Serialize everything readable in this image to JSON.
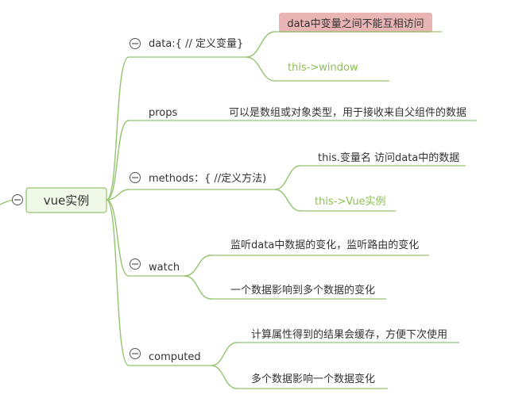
{
  "root": {
    "label": "vue实例"
  },
  "branches": [
    {
      "label": "data:{ // 定义变量}",
      "children": [
        {
          "label": "data中变量之间不能互相访问",
          "style": "highlight"
        },
        {
          "label": "this->window",
          "style": "green"
        }
      ]
    },
    {
      "label": "props",
      "children": [
        {
          "label": "可以是数组或对象类型，用于接收来自父组件的数据",
          "style": "normal"
        }
      ]
    },
    {
      "label": "methods：{ //定义方法)",
      "children": [
        {
          "label": "this.变量名 访问data中的数据",
          "style": "normal"
        },
        {
          "label": "this->Vue实例",
          "style": "green"
        }
      ]
    },
    {
      "label": "watch",
      "children": [
        {
          "label": "监听data中数据的变化，监听路由的变化",
          "style": "normal"
        },
        {
          "label": "一个数据影响到多个数据的变化",
          "style": "normal"
        }
      ]
    },
    {
      "label": "computed",
      "children": [
        {
          "label": "计算属性得到的结果会缓存，方便下次使用",
          "style": "normal"
        },
        {
          "label": "多个数据影响一个数据变化",
          "style": "normal"
        }
      ]
    }
  ],
  "colors": {
    "branch_line": "#94c46e",
    "root_fill": "#f0f8e8",
    "root_border": "#94c46e",
    "highlight_fill": "#e8b4b4",
    "green_text": "#8cc152",
    "text": "#333333"
  }
}
